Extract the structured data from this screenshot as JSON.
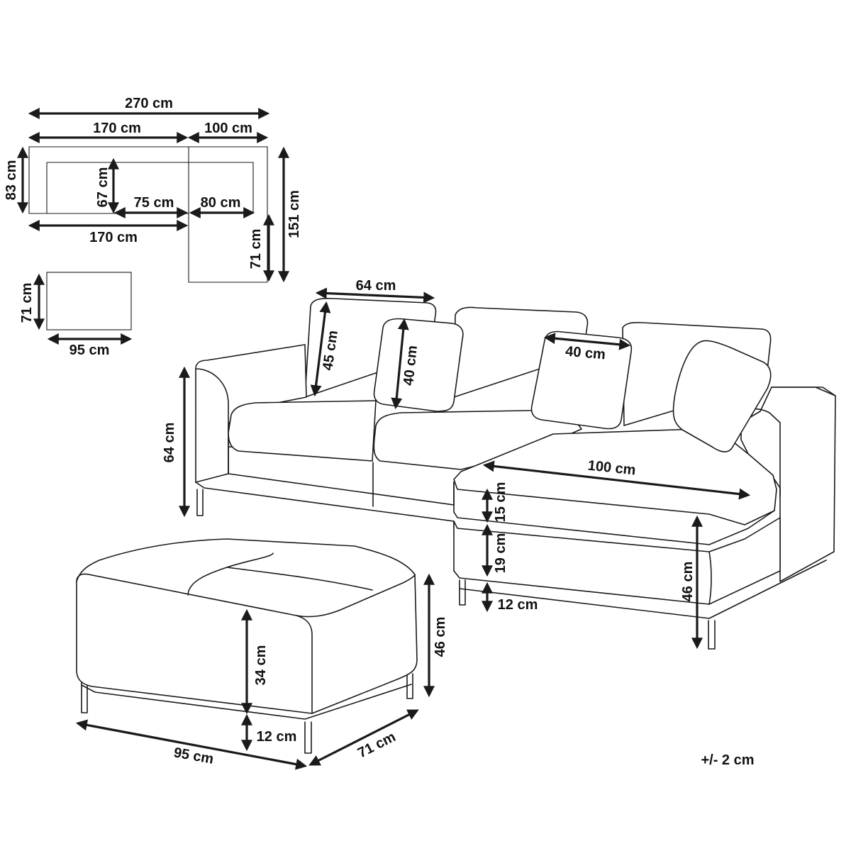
{
  "plan": {
    "total_width": "270 cm",
    "main_width": "170 cm",
    "chaise_width": "100 cm",
    "depth": "83 cm",
    "seat_depth": "67 cm",
    "seat_width_main": "75 cm",
    "seat_width_chaise": "80 cm",
    "bottom_width": "170 cm",
    "chaise_extension": "71 cm",
    "total_depth": "151 cm"
  },
  "ottoman_plan": {
    "depth": "71 cm",
    "width": "95 cm"
  },
  "sofa": {
    "back_cushion_width": "64 cm",
    "back_cushion_height": "45 cm",
    "pillow_height": "40 cm",
    "pillow_width": "40 cm",
    "overall_height": "64 cm",
    "chaise_length": "100 cm",
    "cushion_thickness": "15 cm",
    "base_height": "19 cm",
    "leg_height": "12 cm",
    "seat_height": "46 cm"
  },
  "ottoman": {
    "body_height": "34 cm",
    "total_height": "46 cm",
    "leg_height": "12 cm",
    "width": "95 cm",
    "depth": "71 cm"
  },
  "tolerance": "+/- 2 cm"
}
